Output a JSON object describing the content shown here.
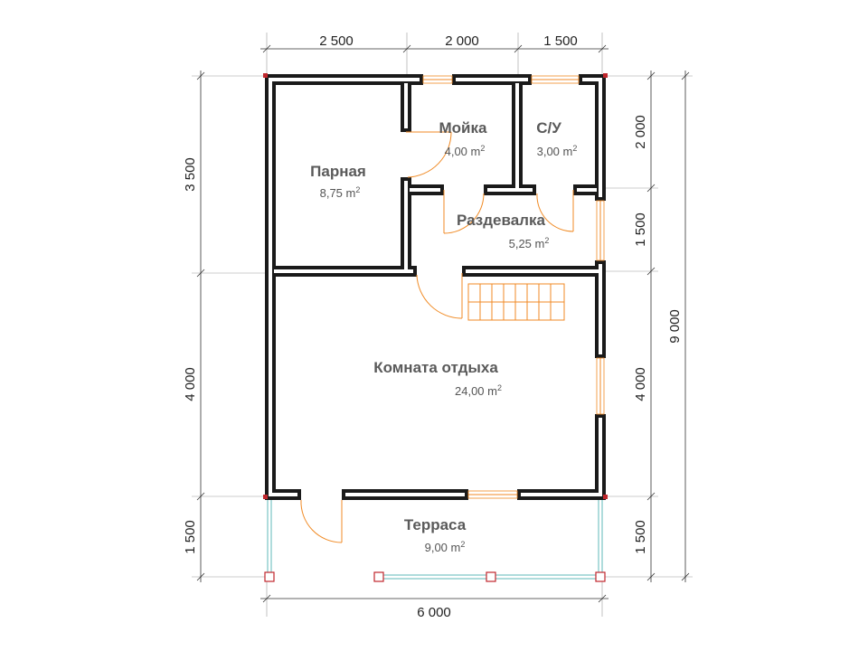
{
  "plan": {
    "rooms": [
      {
        "id": "steam",
        "name": "Парная",
        "area_num": "8,75 m",
        "area_sup": "2"
      },
      {
        "id": "wash",
        "name": "Мойка",
        "area_num": "4,00 m",
        "area_sup": "2"
      },
      {
        "id": "wc",
        "name": "С/У",
        "area_num": "3,00 m",
        "area_sup": "2"
      },
      {
        "id": "dressing",
        "name": "Раздевалка",
        "area_num": "5,25 m",
        "area_sup": "2"
      },
      {
        "id": "rest",
        "name": "Комната отдыха",
        "area_num": "24,00 m",
        "area_sup": "2"
      },
      {
        "id": "terrace",
        "name": "Терраса",
        "area_num": "9,00 m",
        "area_sup": "2"
      }
    ],
    "dimensions": {
      "top": [
        "2 500",
        "2 000",
        "1 500"
      ],
      "bottom": [
        "6 000"
      ],
      "left": [
        "3 500",
        "4 000",
        "1 500"
      ],
      "right": [
        "2 000",
        "1 500",
        "4 000",
        "1 500"
      ],
      "overall": [
        "9 000"
      ]
    },
    "colors": {
      "wall": "#1a1a1a",
      "door": "#f08a24",
      "terrace": "#5fb8b8",
      "corner": "#c0262c"
    }
  }
}
